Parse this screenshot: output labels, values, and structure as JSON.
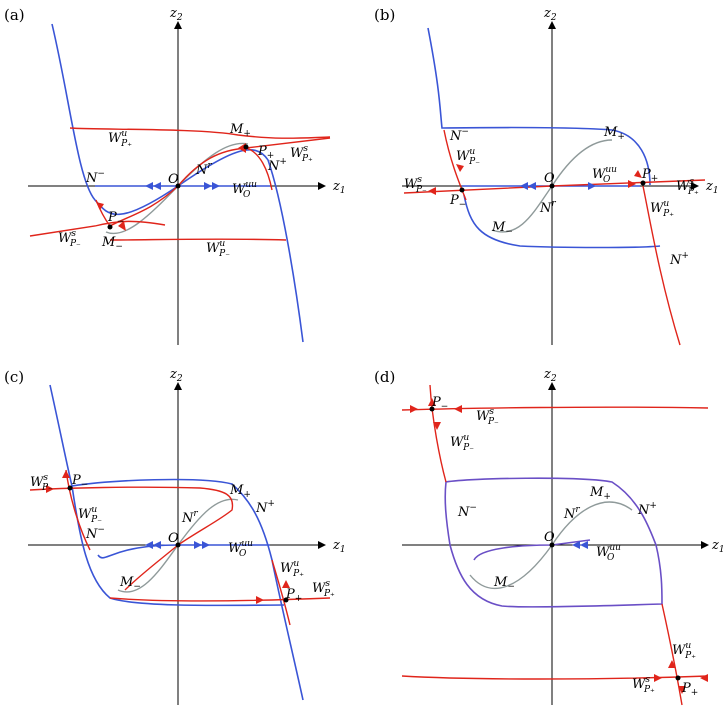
{
  "panels": [
    {
      "id": "a",
      "label": "(a)"
    },
    {
      "id": "b",
      "label": "(b)"
    },
    {
      "id": "c",
      "label": "(c)"
    },
    {
      "id": "d",
      "label": "(d)"
    }
  ],
  "axes": {
    "horizontal": "z",
    "horizontal_sub": "1",
    "vertical": "z",
    "vertical_sub": "2"
  },
  "labels": {
    "origin": "O",
    "Nminus": "N",
    "Nminus_sup": "−",
    "Nplus": "N",
    "Nplus_sup": "+",
    "Nr": "N",
    "Nr_sup": "r",
    "Mplus": "M",
    "Mplus_sub": "+",
    "Mminus": "M",
    "Mminus_sub": "−",
    "Pplus": "P",
    "Pplus_sub": "+",
    "Pminus": "P",
    "Pminus_sub": "−",
    "W": "W",
    "sup_u": "u",
    "sup_s": "s",
    "sup_uu": "uu",
    "sub_Pplus": "P₊",
    "sub_Pminus": "P₋",
    "sub_O": "O"
  },
  "colors": {
    "blue": "#3a55d6",
    "red": "#e0251b",
    "gray": "#8f9a9a",
    "purple": "#6a4fc6"
  }
}
